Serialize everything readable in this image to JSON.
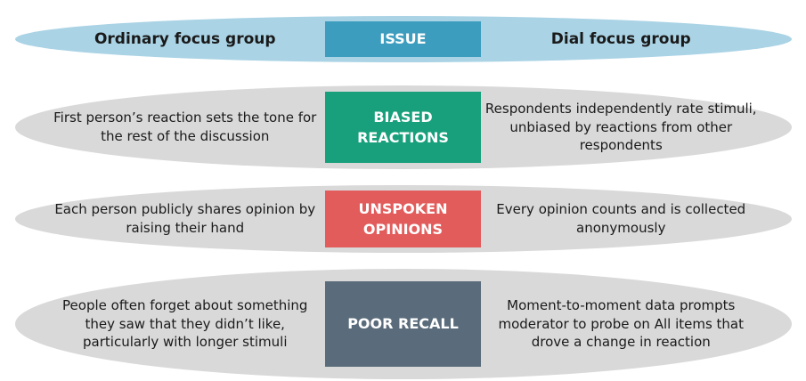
{
  "header": {
    "left_label": "Ordinary focus group",
    "center_label": "ISSUE",
    "right_label": "Dial focus group",
    "band_color": "#aad3e5",
    "center_color": "#3d9dbe"
  },
  "rows": [
    {
      "left": "First person’s reaction sets the tone for the rest of the discussion",
      "issue": "BIASED REACTIONS",
      "right": "Respondents independently rate stimuli, unbiased by reactions from other respondents",
      "issue_color": "#18a07c",
      "band_color": "#d9d9d9"
    },
    {
      "left": "Each person publicly shares opinion by raising their hand",
      "issue": "UNSPOKEN OPINIONS",
      "right": "Every opinion counts and is collected anonymously",
      "issue_color": "#e25c5c",
      "band_color": "#d9d9d9"
    },
    {
      "left": "People often forget about something they saw that they didn’t like, particularly with longer stimuli",
      "issue": "POOR RECALL",
      "right": "Moment-to-moment data prompts moderator to probe on All items that drove a change in reaction",
      "issue_color": "#5a6c7b",
      "band_color": "#d9d9d9"
    }
  ],
  "colors": {
    "text": "#1a1a1a",
    "issue_text": "#ffffff",
    "background": "#ffffff"
  }
}
